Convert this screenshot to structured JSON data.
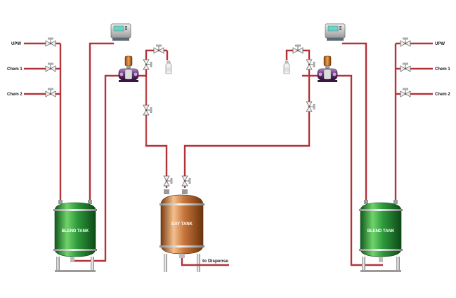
{
  "inlets_left": [
    "UPW",
    "Chem 1",
    "Chem 2"
  ],
  "inlets_right": [
    "UPW",
    "Chem 1",
    "Chem 2"
  ],
  "tanks": {
    "left": "BLEND TANK",
    "center": "DAY TANK",
    "right": "BLEND TANK"
  },
  "outlet_label": "to Dispense",
  "colors": {
    "pipe": "#b2333a",
    "blend_tank": "#2e9a3c",
    "day_tank": "#c7763a",
    "valve": "#e8e8e8",
    "pump": "#7a3a8a"
  },
  "icons": [
    "controller-icon",
    "pump-icon",
    "valve-icon",
    "sample-bottle-icon"
  ]
}
